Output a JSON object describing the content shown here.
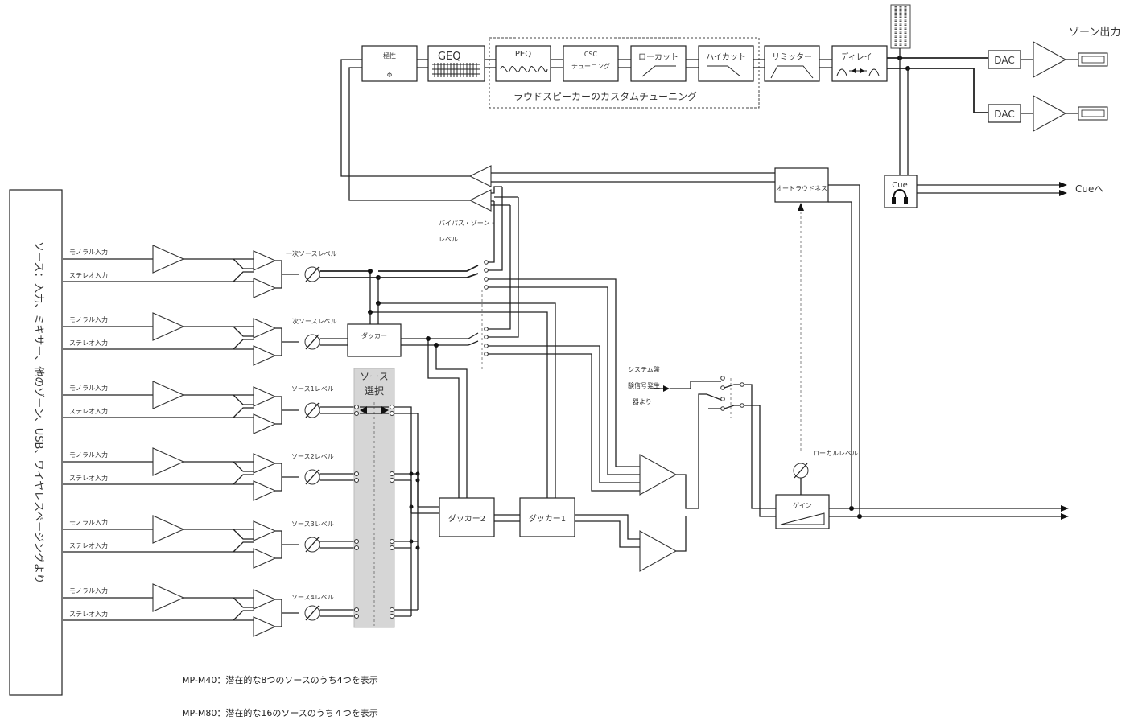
{
  "top_chain": {
    "polarity_label": "極性",
    "polarity_symbol": "Φ",
    "geq_label": "GEQ",
    "peq_label": "PEQ",
    "csc_label_line1": "CSC",
    "csc_label_line2": "チューニング",
    "lowcut_label": "ローカット",
    "highcut_label": "ハイカット",
    "custom_tuning_label": "ラウドスピーカーのカスタムチューニング",
    "limiter_label": "リミッター",
    "delay_label": "ディレイ",
    "dac_label": "DAC",
    "zone_output_label": "ゾーン出力"
  },
  "cue": {
    "block_label": "Cue",
    "out_label": "Cueへ"
  },
  "left_panel_label": "ソース：入力、ミキサー、他のゾーン、USB、ワイヤレスページングより",
  "inputs": {
    "mono_label": "モノラル入力",
    "stereo_label": "ステレオ入力"
  },
  "levels": {
    "primary": "一次ソースレベル",
    "secondary": "二次ソースレベル",
    "source1": "ソース1レベル",
    "source2": "ソース2レベル",
    "source3": "ソース3レベル",
    "source4": "ソース4レベル"
  },
  "blocks": {
    "ducker": "ダッカー",
    "ducker2": "ダッカー2",
    "ducker1": "ダッカー1",
    "auto_loudness": "オートラウドネス",
    "gain": "ゲイン",
    "local_level": "ローカルレベル",
    "bypass_zone_level_line1": "バイパス・ゾーン・",
    "bypass_zone_level_line2": "レベル",
    "source_select_line1": "ソース",
    "source_select_line2": "選択",
    "system_tone_line1": "システム盤",
    "system_tone_line2": "験信号発生",
    "system_tone_line3": "器より"
  },
  "notes": {
    "m40": "MP-M40：潜在的な8つのソースのうち4つを表示",
    "m80": "MP-M80：潜在的な16のソースのうち４つを表示"
  }
}
